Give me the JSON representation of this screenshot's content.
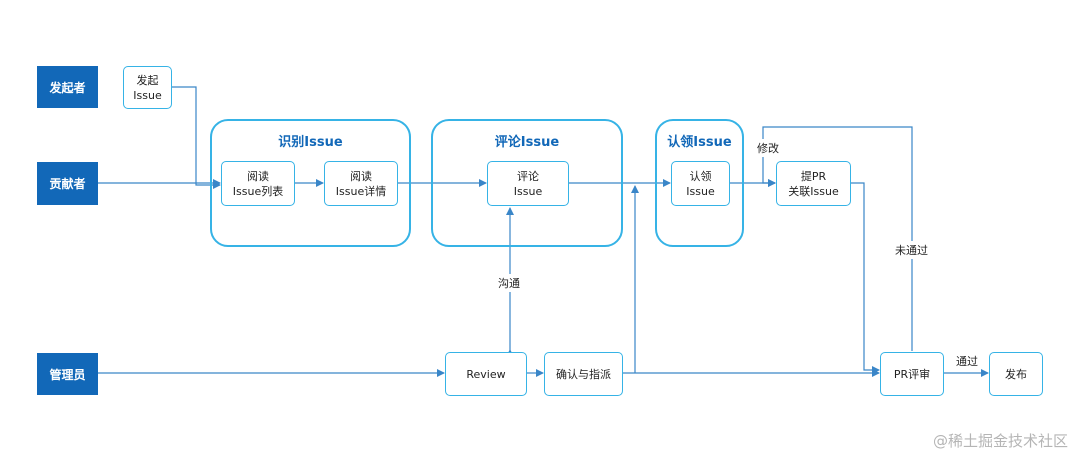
{
  "roles": {
    "initiator": "发起者",
    "contributor": "贡献者",
    "admin": "管理员"
  },
  "groups": {
    "identify": "识别Issue",
    "comment": "评论Issue",
    "claim": "认领Issue"
  },
  "steps": {
    "raise_issue": "发起\nIssue",
    "read_list": "阅读\nIssue列表",
    "read_detail": "阅读\nIssue详情",
    "comment": "评论\nIssue",
    "claim": "认领\nIssue",
    "submit_pr": "提PR\n关联Issue",
    "review": "Review",
    "confirm_assign": "确认与指派",
    "pr_review": "PR评审",
    "release": "发布"
  },
  "edge_labels": {
    "communicate": "沟通",
    "modify": "修改",
    "not_passed": "未通过",
    "passed": "通过"
  },
  "watermark": "@稀土掘金技术社区",
  "colors": {
    "role_fill": "#1268b8",
    "group_border": "#36b3e6",
    "step_border": "#36b3e6",
    "arrow": "#3a86c8",
    "title_text": "#1268b8"
  }
}
